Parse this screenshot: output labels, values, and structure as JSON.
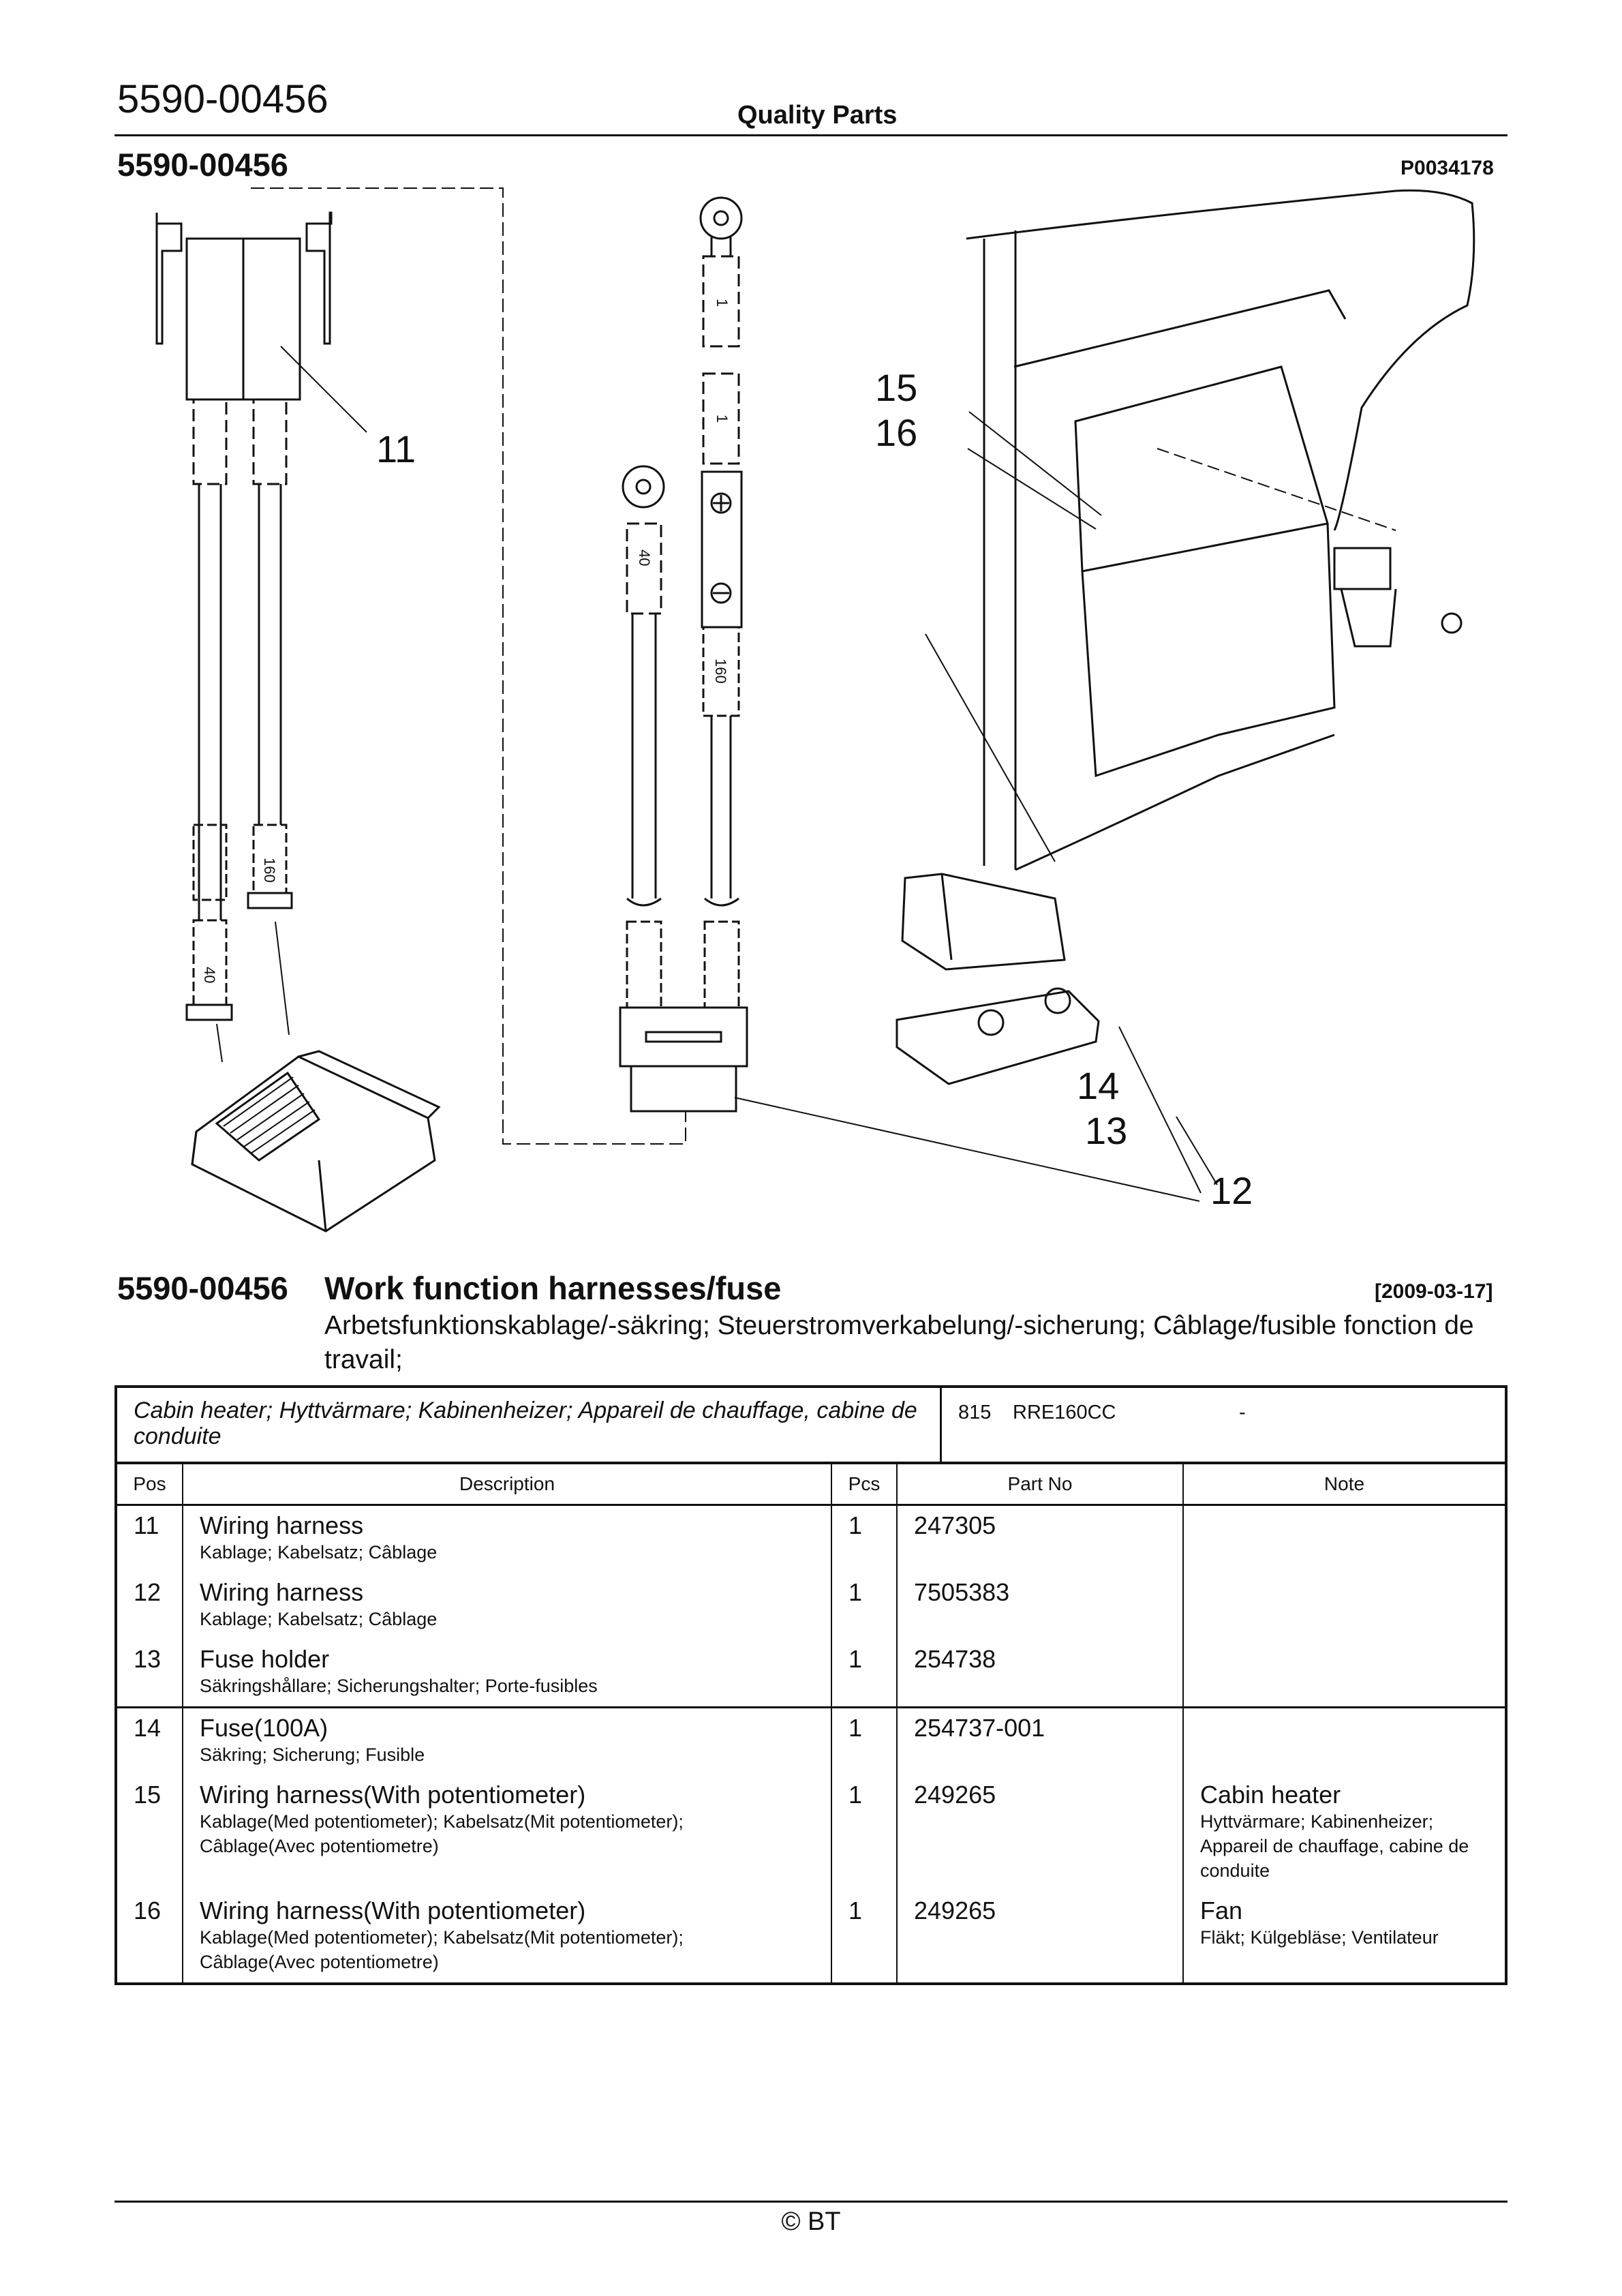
{
  "header": {
    "doc_number": "5590-00456",
    "title": "Quality Parts"
  },
  "sub_number": "5590-00456",
  "picture_ref": "P0034178",
  "figure": {
    "callouts": [
      "11",
      "15",
      "16",
      "14",
      "13",
      "12"
    ],
    "dims": {
      "a40": "40",
      "a160": "160",
      "b40": "40",
      "b160": "160",
      "b1": "1",
      "b1b": "1"
    }
  },
  "section": {
    "number": "5590-00456",
    "title": "Work function harnesses/fuse",
    "date": "[2009-03-17]",
    "translations": "Arbetsfunktionskablage/-säkring; Steuerstromverkabelung/-sicherung; Câblage/fusible fonction de travail;"
  },
  "table": {
    "caption": "Cabin heater; Hyttvärmare; Kabinenheizer; Appareil de chauffage, cabine de conduite",
    "model_code": "815",
    "model_name": "RRE160CC",
    "model_range": "-",
    "headers": {
      "pos": "Pos",
      "desc": "Description",
      "pcs": "Pcs",
      "part": "Part No",
      "note": "Note"
    },
    "rows": [
      {
        "pos": "11",
        "desc": "Wiring harness",
        "desc_sub": "Kablage; Kabelsatz; Câblage",
        "pcs": "1",
        "part": "247305",
        "note": "",
        "note_sub": ""
      },
      {
        "pos": "12",
        "desc": "Wiring harness",
        "desc_sub": "Kablage; Kabelsatz; Câblage",
        "pcs": "1",
        "part": "7505383",
        "note": "",
        "note_sub": ""
      },
      {
        "pos": "13",
        "desc": "Fuse holder",
        "desc_sub": "Säkringshållare; Sicherungshalter; Porte-fusibles",
        "pcs": "1",
        "part": "254738",
        "note": "",
        "note_sub": ""
      },
      {
        "pos": "14",
        "desc": "Fuse(100A)",
        "desc_sub": "Säkring; Sicherung; Fusible",
        "pcs": "1",
        "part": "254737-001",
        "note": "",
        "note_sub": ""
      },
      {
        "pos": "15",
        "desc": "Wiring harness(With potentiometer)",
        "desc_sub": "Kablage(Med potentiometer); Kabelsatz(Mit potentiometer); Câblage(Avec potentiometre)",
        "pcs": "1",
        "part": "249265",
        "note": "Cabin heater",
        "note_sub": "Hyttvärmare; Kabinenheizer; Appareil de chauffage, cabine de conduite"
      },
      {
        "pos": "16",
        "desc": "Wiring harness(With potentiometer)",
        "desc_sub": "Kablage(Med potentiometer); Kabelsatz(Mit potentiometer); Câblage(Avec potentiometre)",
        "pcs": "1",
        "part": "249265",
        "note": "Fan",
        "note_sub": "Fläkt; Külgebläse; Ventilateur"
      }
    ]
  },
  "footer": "© BT"
}
